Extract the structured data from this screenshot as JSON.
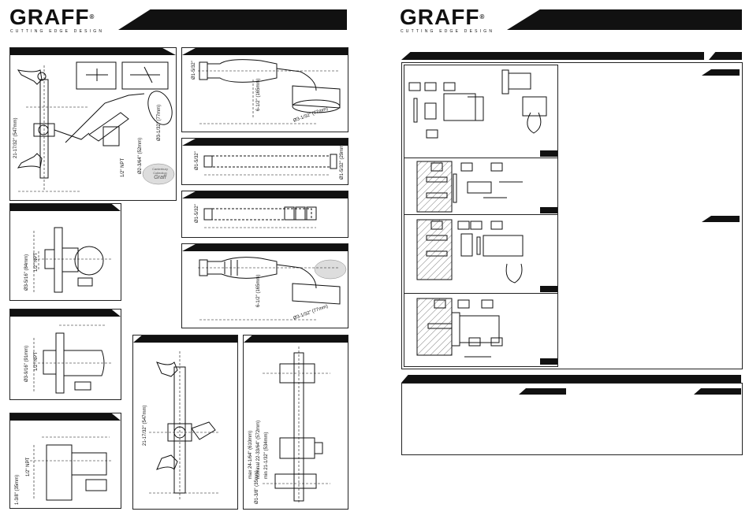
{
  "brand": {
    "name": "GRAFF",
    "mark": "®",
    "tagline": "CUTTING EDGE DESIGN"
  },
  "dims": {
    "d1": "21-17/32\" (547mm)",
    "d2": "Ø2-3/64\" (52mm)",
    "d3": "Ø3-1/32\" (77mm)",
    "d4": "1/2\" NPT",
    "d5": "Ø3-5/16\" (84mm)",
    "d6": "1/2\" NPT",
    "d7": "Ø3-9/16\" (91mm)",
    "d8": "1/2\" NPT",
    "d9": "1-3/8\" (35mm)",
    "d10": "1/2\" NPT",
    "d11": "21-17/32\" (547mm)",
    "d12": "max 24-1/64\" (610mm)",
    "d13": "nominal 22-33/64\" (572mm)",
    "d14": "min 21-1/32\" (534mm)",
    "d15": "Ø1-3/8\" (35mm)",
    "h1": "Ø1-5/32\"",
    "h2": "6-1/2\" (165mm)",
    "h3": "Ø3-1/32\" (77mm)",
    "h4": "Ø1-5/32\" (29mm)",
    "h5": "Ø1-5/32\"",
    "h6": "Ø1-5/32\"",
    "h7": "6-1/2\" (165mm)",
    "h8": "Ø3-1/32\" (77mm)"
  },
  "badge": {
    "line1": "Canterbury",
    "line2": "Collection",
    "word": "Graff"
  }
}
